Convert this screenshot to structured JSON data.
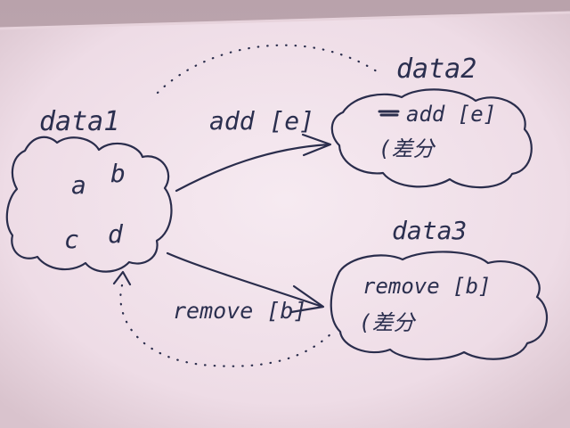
{
  "photo": {
    "paper_color": "#f4e6ee",
    "background_color": "#c7b4bb",
    "ink_color": "#2a2d4c"
  },
  "labels": {
    "data1": "data1",
    "add_e": "add [e]",
    "data2": "data2",
    "data3": "data3",
    "remove_b": "remove [b]",
    "a": "a",
    "b": "b",
    "c": "c",
    "d": "d",
    "cloud2_add_e": "add [e]",
    "cloud2_sub": "(差分",
    "cloud3_remove_b": "remove [b]",
    "cloud3_sub": "(差分"
  }
}
